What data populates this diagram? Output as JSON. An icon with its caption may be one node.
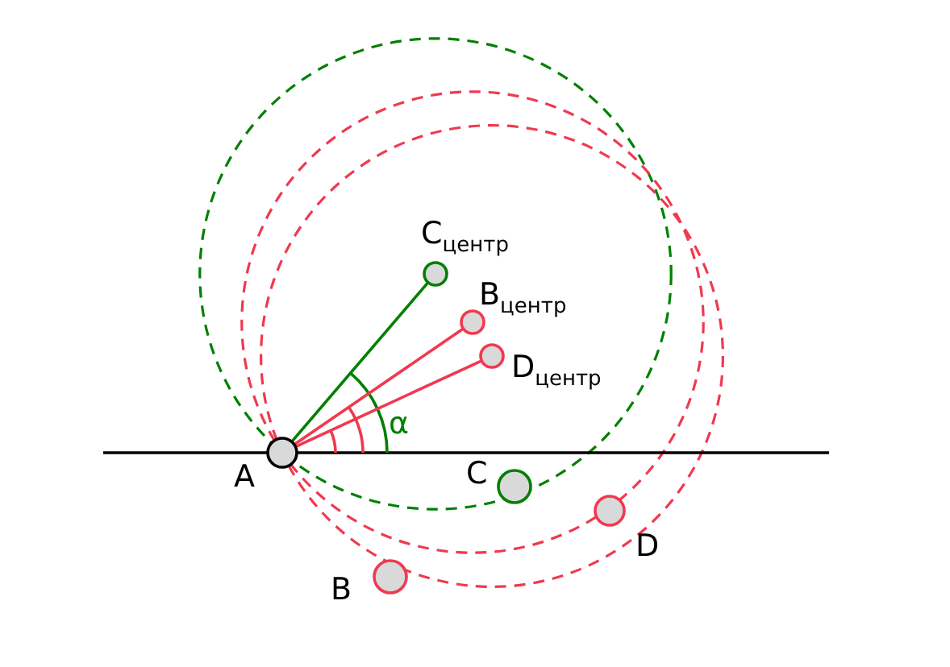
{
  "diagram": {
    "nodes": [
      {
        "text": [],
        "shape": "circle",
        "beside": [
          "C$_{центр}$"
        ]
      },
      {
        "text": [],
        "shape": "circle",
        "beside": [
          "B$_{центр}$"
        ]
      },
      {
        "text": [],
        "shape": "circle",
        "beside": [
          "D$_{центр}$"
        ]
      },
      {
        "text": [],
        "shape": "circle",
        "beside": [
          "A"
        ]
      },
      {
        "text": [],
        "shape": "circle",
        "beside": [
          "C"
        ]
      },
      {
        "text": [],
        "shape": "circle",
        "beside": [
          "D"
        ]
      },
      {
        "text": [],
        "shape": "circle",
        "beside": [
          "B"
        ]
      }
    ],
    "edges": [
      {
        "from": 0,
        "to": 3,
        "arrow": "none",
        "color": "#008000"
      },
      {
        "from": 1,
        "to": 3,
        "arrow": "none"
      },
      {
        "from": 2,
        "to": 3,
        "arrow": "none"
      }
    ],
    "labels": [
      "α"
    ]
  }
}
